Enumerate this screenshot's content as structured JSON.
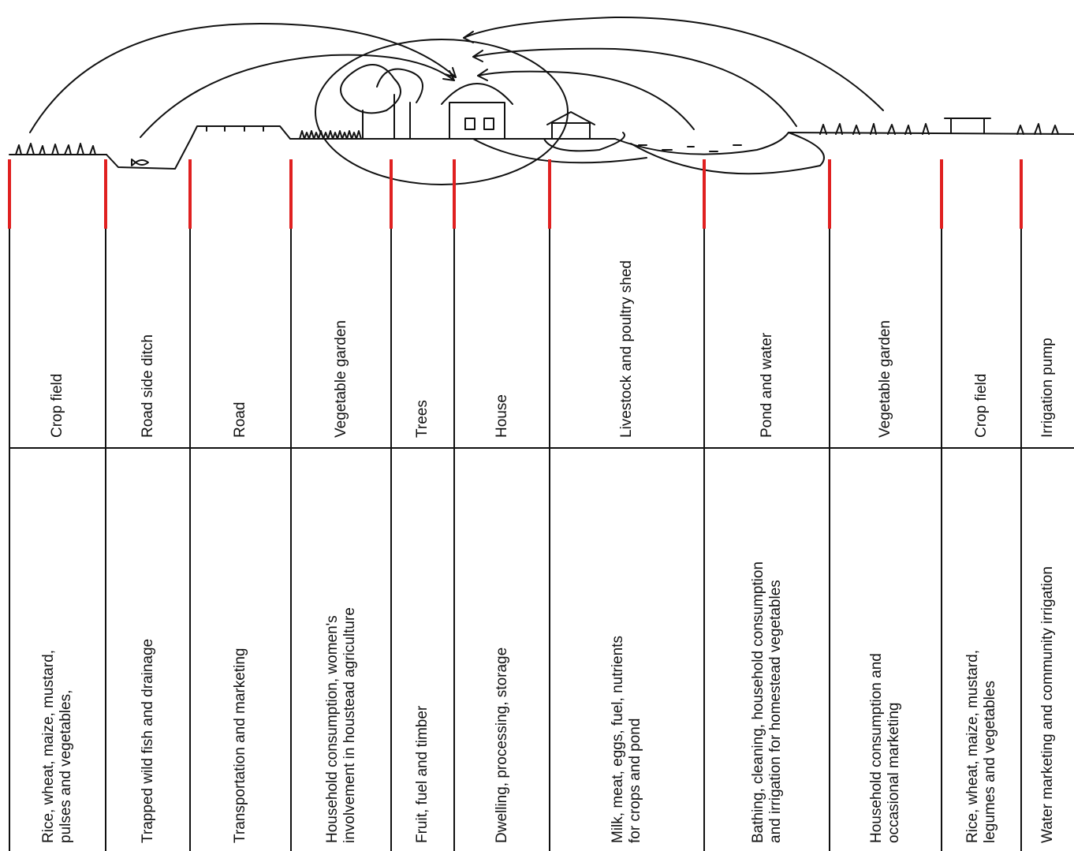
{
  "columns": [
    {
      "element": "Crop field",
      "use": [
        "Rice, wheat, maize, mustard,",
        "pulses and vegetables,"
      ]
    },
    {
      "element": "Road side ditch",
      "use": [
        "Trapped wild fish and drainage"
      ]
    },
    {
      "element": "Road",
      "use": [
        "Transportation and marketing"
      ]
    },
    {
      "element": "Vegetable garden",
      "use": [
        "Household consumption, women's",
        "involvement in houstead agriculture"
      ]
    },
    {
      "element": "Trees",
      "use": [
        "Fruit, fuel and timber"
      ]
    },
    {
      "element": "House",
      "use": [
        "Dwelling, processing, storage"
      ]
    },
    {
      "element": "Livestock and poultry shed",
      "use": [
        "Milk, meat, eggs, fuel, nutrients",
        "for crops and pond"
      ]
    },
    {
      "element": "Pond and water",
      "use": [
        "Bathing, cleaning, household consumption",
        "and irrigation for homestead vegetables"
      ]
    },
    {
      "element": "Vegetable garden",
      "use": [
        "Household consumption and",
        "occasional marketing"
      ]
    },
    {
      "element": "Crop field",
      "use": [
        "Rice, wheat, maize, mustard,",
        "legumes and vegetables"
      ]
    },
    {
      "element": "Irrigation pump",
      "use": [
        "Water marketing and community irrigation"
      ]
    }
  ],
  "colors": {
    "marker": "#e02020",
    "ink": "#111111"
  }
}
